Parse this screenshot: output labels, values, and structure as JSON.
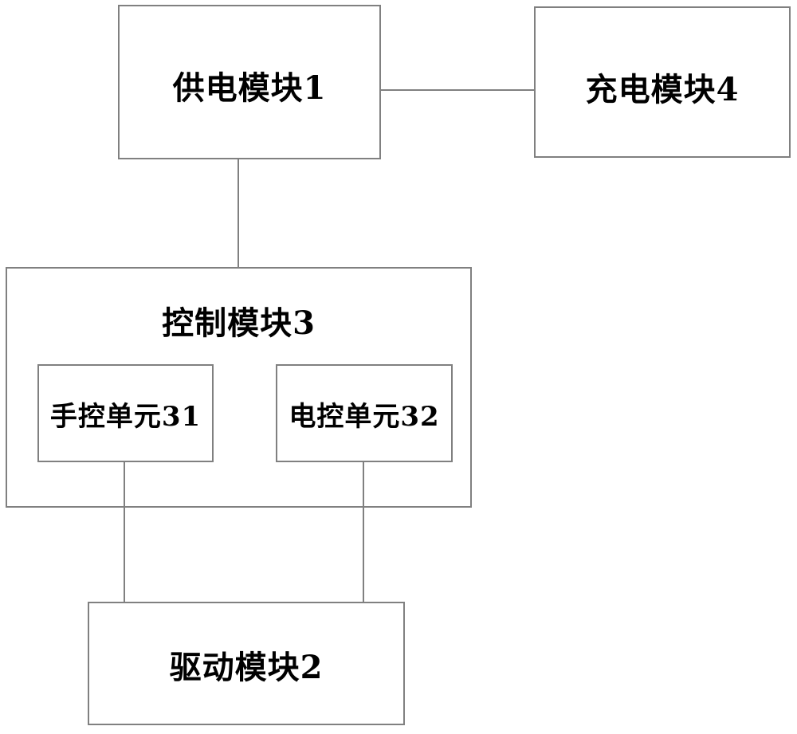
{
  "diagram": {
    "type": "block-diagram",
    "background_color": "#ffffff",
    "line_color": "#808080",
    "text_color": "#000000",
    "nodes": {
      "power": {
        "label": "供电模块1",
        "id_number": "1"
      },
      "charge": {
        "label": "充电模块4",
        "id_number": "4"
      },
      "control": {
        "label": "控制模块3",
        "id_number": "3"
      },
      "manual": {
        "label": "手控单元31",
        "id_number": "31"
      },
      "electric": {
        "label": "电控单元32",
        "id_number": "32"
      },
      "drive": {
        "label": "驱动模块2",
        "id_number": "2"
      }
    },
    "connections": [
      {
        "from": "power",
        "to": "charge",
        "orientation": "horizontal"
      },
      {
        "from": "power",
        "to": "control",
        "orientation": "vertical"
      },
      {
        "from": "manual",
        "to": "drive",
        "orientation": "vertical"
      },
      {
        "from": "electric",
        "to": "drive",
        "orientation": "vertical"
      }
    ]
  }
}
